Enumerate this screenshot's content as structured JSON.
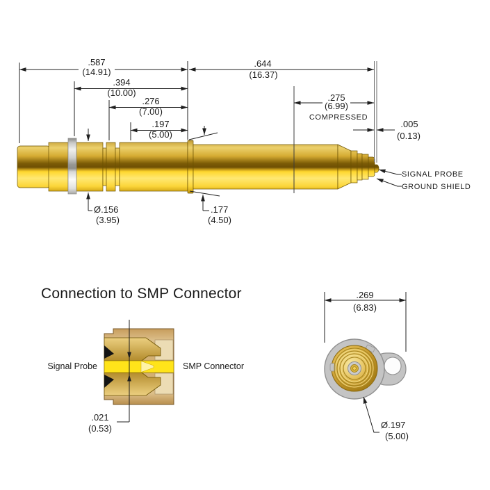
{
  "document": {
    "type": "technical-drawing",
    "background": "#ffffff"
  },
  "colors": {
    "gold_highlight": "#ffe873",
    "gold_bright": "#ffd72e",
    "gold_mid": "#e3c55c",
    "gold_dark": "#6e5004",
    "silver_washer": "#e8e8e6",
    "housing_tan": "#cfa968",
    "insert_tan": "#ecdcb4",
    "pin_yellow": "#ffe41a",
    "body_gray": "#c4c4c4",
    "line_color": "#1f1f1f"
  },
  "side_view": {
    "d587": {
      "in": ".587",
      "mm": "(14.91)"
    },
    "d394": {
      "in": ".394",
      "mm": "(10.00)"
    },
    "d276": {
      "in": ".276",
      "mm": "(7.00)"
    },
    "d197": {
      "in": ".197",
      "mm": "(5.00)"
    },
    "d644": {
      "in": ".644",
      "mm": "(16.37)"
    },
    "d275": {
      "in": ".275",
      "mm": "(6.99)",
      "note": "COMPRESSED"
    },
    "d005": {
      "in": ".005",
      "mm": "(0.13)"
    },
    "d156": {
      "in": "Ø.156",
      "mm": "(3.95)"
    },
    "d177": {
      "in": ".177",
      "mm": "(4.50)"
    },
    "label_signal_probe": "SIGNAL PROBE",
    "label_ground_shield": "GROUND SHIELD"
  },
  "connection_view": {
    "title": "Connection to SMP Connector",
    "label_signal_probe": "Signal Probe",
    "label_smp_connector": "SMP Connector",
    "d021": {
      "in": ".021",
      "mm": "(0.53)"
    }
  },
  "end_view": {
    "d269": {
      "in": ".269",
      "mm": "(6.83)"
    },
    "d197dia": {
      "in": "Ø.197",
      "mm": "(5.00)"
    }
  }
}
